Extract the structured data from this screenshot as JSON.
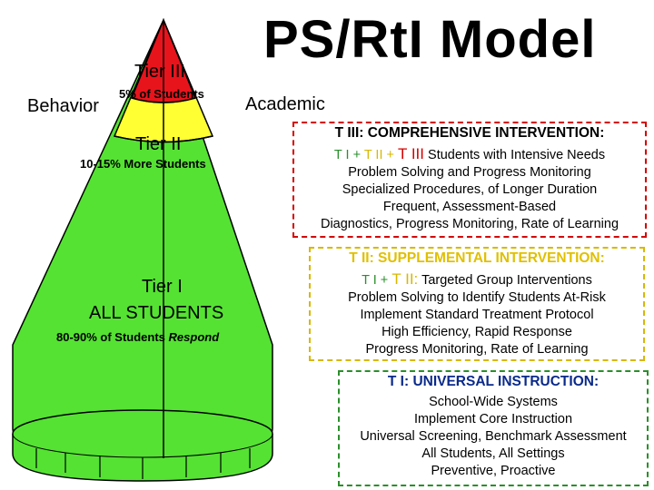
{
  "title": "PS/RtI Model",
  "side_labels": {
    "left": "Behavior",
    "right": "Academic"
  },
  "pyramid": {
    "tier3": {
      "name": "Tier III",
      "pct": "5% of Students"
    },
    "tier2": {
      "name": "Tier II",
      "pct": "10-15% More Students"
    },
    "tier1": {
      "name": "Tier I",
      "name2": "ALL STUDENTS",
      "pct_prefix": "80-90% of Students ",
      "pct_em": "Respond"
    },
    "colors": {
      "tier3": "#e8141c",
      "tier2": "#ffff33",
      "tier1": "#55e233",
      "outline": "#000000"
    }
  },
  "tier3_box": {
    "header_a": "T III: ",
    "header_b": "COMPREHENSIVE INTERVENTION",
    "header_c": ":",
    "tiers_a": "T I",
    "tiers_plus1": " + ",
    "tiers_b": "T II",
    "tiers_plus2": " + ",
    "tiers_c": "T III",
    "tiers_rest": " Students with Intensive Needs",
    "lines": [
      "Problem Solving and Progress Monitoring",
      "Specialized Procedures, of Longer Duration",
      "Frequent, Assessment-Based",
      "Diagnostics, Progress Monitoring, Rate of Learning"
    ]
  },
  "tier2_box": {
    "header_a": "T II: ",
    "header_b": "SUPPLEMENTAL INTERVENTION",
    "header_c": ":",
    "tiers_a": "T I",
    "tiers_plus": " + ",
    "tiers_b": "T II:",
    "tiers_rest": " Targeted Group Interventions",
    "lines": [
      "Problem Solving to Identify Students At-Risk",
      "Implement Standard Treatment Protocol",
      "High Efficiency, Rapid Response",
      "Progress Monitoring, Rate of Learning"
    ]
  },
  "tier1_box": {
    "header_a": "T I: ",
    "header_b": "UNIVERSAL INSTRUCTION",
    "header_c": ":",
    "lines": [
      "School-Wide Systems",
      "Implement Core Instruction",
      "Universal Screening, Benchmark Assessment",
      "All Students, All Settings",
      "Preventive, Proactive"
    ]
  }
}
